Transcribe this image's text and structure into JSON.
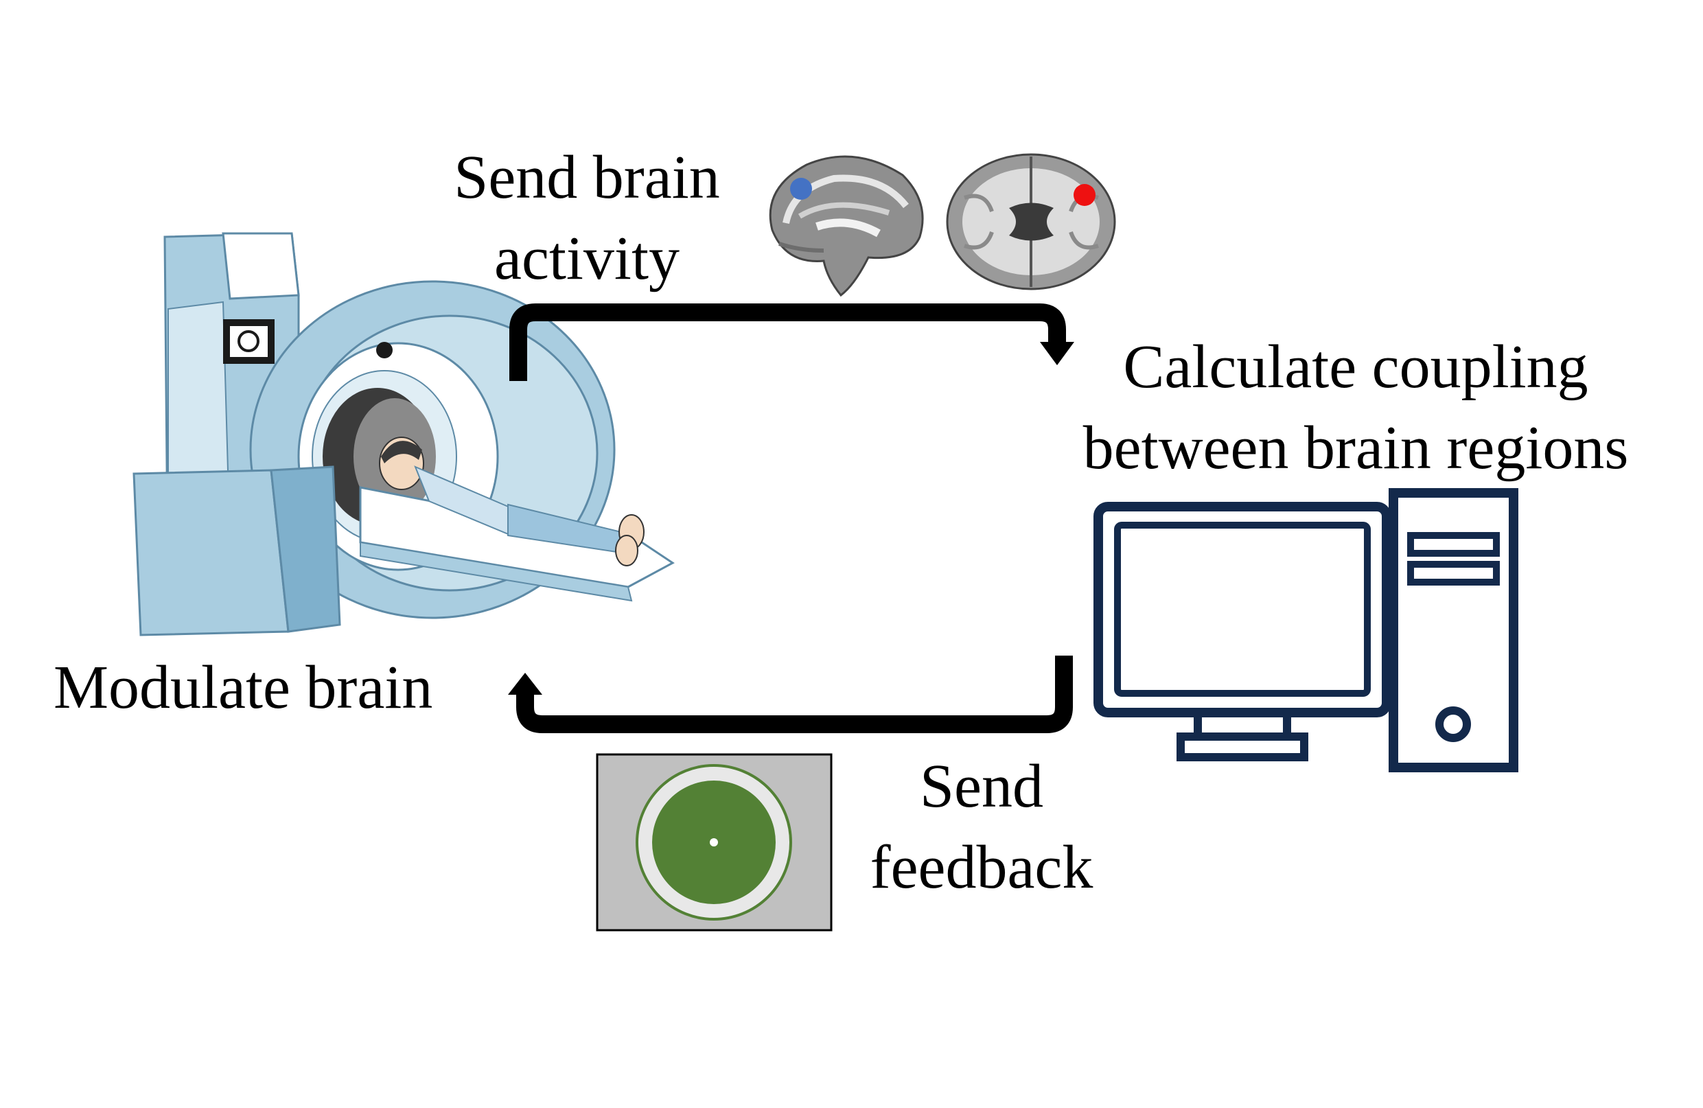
{
  "labels": {
    "send_brain_activity": [
      "Send brain",
      "activity"
    ],
    "calculate_coupling": [
      "Calculate coupling",
      "between brain regions"
    ],
    "modulate_brain": "Modulate brain",
    "send_feedback": [
      "Send",
      "feedback"
    ]
  },
  "icons": {
    "scanner": "mri-scanner-icon",
    "sagittal_brain": "sagittal-brain-slice-icon",
    "axial_brain": "axial-brain-slice-icon",
    "computer": "desktop-computer-icon",
    "feedback_display": "feedback-display-icon"
  },
  "colors": {
    "scanner_blue": "#a9cde0",
    "scanner_dark_blue": "#7fb0cc",
    "roi_blue": "#4472c4",
    "roi_red": "#ee1111",
    "computer_navy": "#13294b",
    "feedback_green": "#538135",
    "feedback_bg": "#c0c0c0",
    "arrow": "#000000"
  }
}
